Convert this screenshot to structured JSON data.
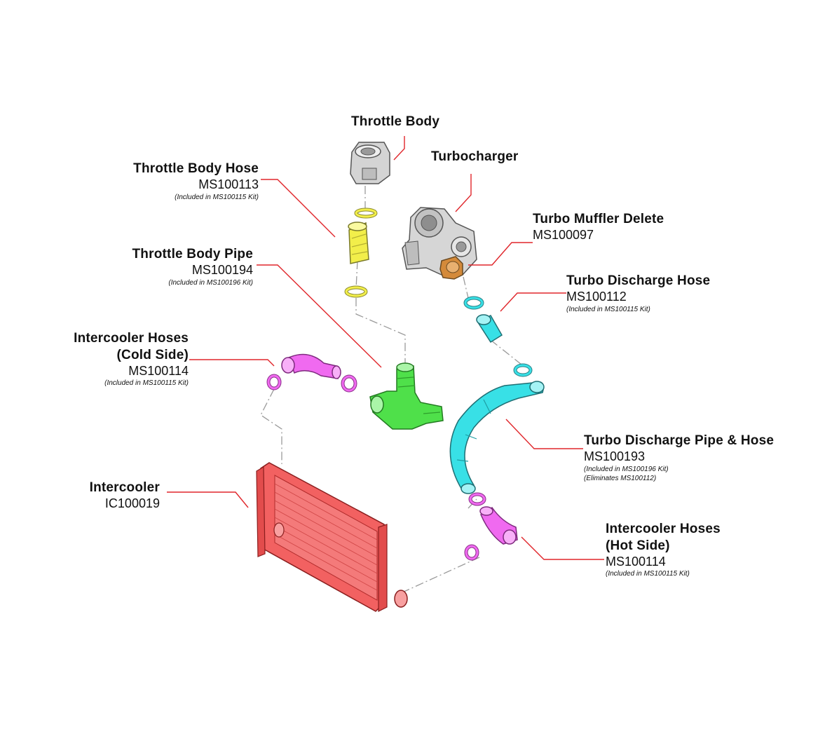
{
  "colors": {
    "leader": "#e0262b",
    "dash": "#9a9a9a",
    "throttle_body_hose": "#f2ee4a",
    "throttle_body_pipe": "#4fe04a",
    "intercooler_hoses": "#f06af0",
    "turbo_discharge": "#38e0e6",
    "intercooler": "#f26161",
    "muffler_delete": "#d48a3a",
    "stock_part": "#c9c9c9"
  },
  "labels": {
    "throttle_body": {
      "title": "Throttle Body"
    },
    "turbocharger": {
      "title": "Turbocharger"
    },
    "throttle_body_hose": {
      "title": "Throttle Body Hose",
      "part": "MS100113",
      "note": "(Included in MS100115 Kit)"
    },
    "turbo_muffler_delete": {
      "title": "Turbo Muffler Delete",
      "part": "MS100097"
    },
    "throttle_body_pipe": {
      "title": "Throttle Body Pipe",
      "part": "MS100194",
      "note": "(Included in MS100196 Kit)"
    },
    "turbo_discharge_hose": {
      "title": "Turbo Discharge Hose",
      "part": "MS100112",
      "note": "(Included in MS100115 Kit)"
    },
    "intercooler_hoses_cold": {
      "title_line1": "Intercooler Hoses",
      "title_line2": "(Cold Side)",
      "part": "MS100114",
      "note": "(Included in MS100115 Kit)"
    },
    "turbo_discharge_pipe": {
      "title": "Turbo Discharge Pipe & Hose",
      "part": "MS100193",
      "note1": "(Included in MS100196 Kit)",
      "note2": "(Eliminates MS100112)"
    },
    "intercooler": {
      "title": "Intercooler",
      "part": "IC100019"
    },
    "intercooler_hoses_hot": {
      "title_line1": "Intercooler Hoses",
      "title_line2": "(Hot Side)",
      "part": "MS100114",
      "note": "(Included in MS100115 Kit)"
    }
  }
}
